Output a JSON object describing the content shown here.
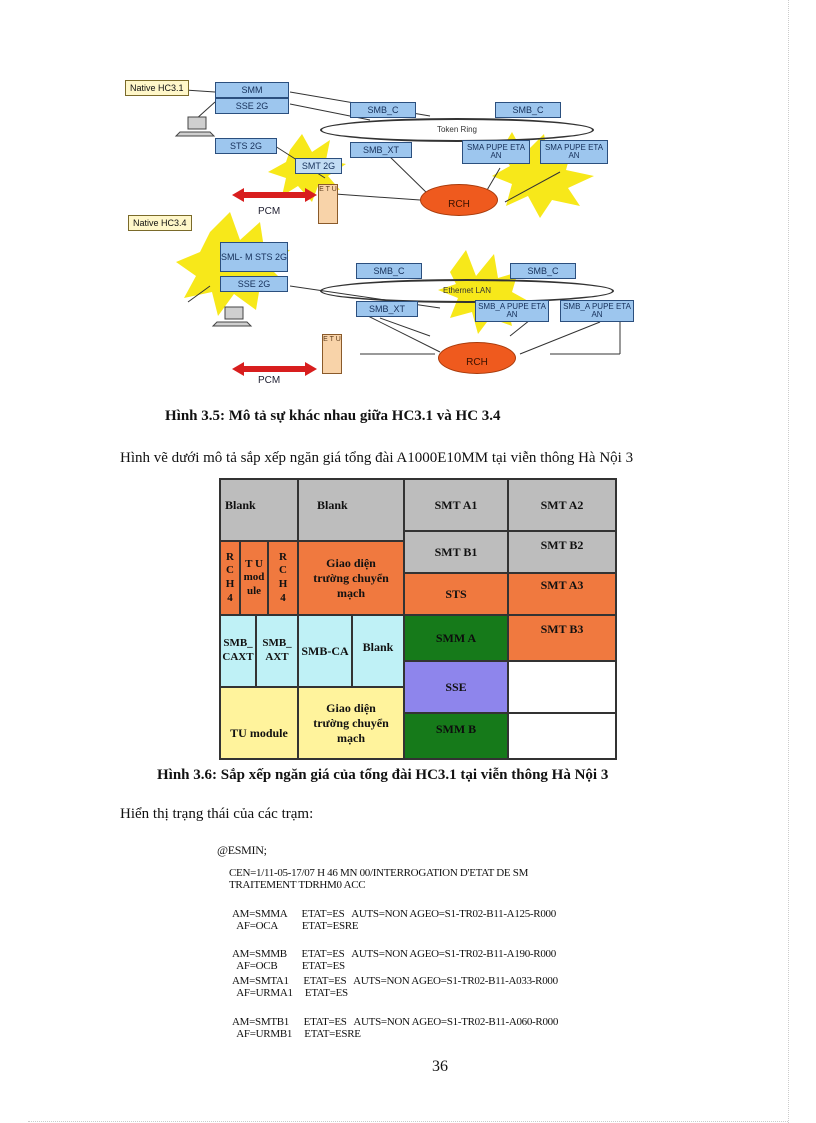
{
  "figure35": {
    "native31": "Native HC3.1",
    "native34": "Native HC3.4",
    "smm": "SMM",
    "sse2g_top": "SSE 2G",
    "sts2g_top": "STS 2G",
    "smt2g": "SMT 2G",
    "smbc_top_left": "SMB_C",
    "smbc_top_right": "SMB_C",
    "token_ring": "Token Ring",
    "smbxt_top": "SMB_XT",
    "sma_top1": "SMA PUPE ETA AN",
    "sma_top2": "SMA PUPE ETA AN",
    "etu_top": "E T U",
    "rch_top": "RCH",
    "pcm_top": "PCM",
    "sml_sts": "SML- M STS 2G",
    "sse2g_bottom": "SSE 2G",
    "smbc_bot_left": "SMB_C",
    "smbc_bot_right": "SMB_C",
    "ethernet": "Ethernet LAN",
    "smbxt_bot": "SMB_XT",
    "sma_bot1": "SMB_A PUPE ETA AN",
    "sma_bot2": "SMB_A PUPE ETA AN",
    "etu_bot": "E T U",
    "rch_bot": "RCH",
    "pcm_bot": "PCM"
  },
  "caption35": "Hình 3.5: Mô tả sự khác nhau giữa HC3.1 và HC 3.4",
  "intro36": "Hình vẽ dưới mô tả  sắp xếp ngăn giá tổng đài A1000E10MM tại viễn thông Hà Nội 3",
  "rack": {
    "blank1": "Blank",
    "blank2": "Blank",
    "smt_a1": "SMT A1",
    "smt_a2": "SMT A2",
    "smt_b1": "SMT B1",
    "smt_b2": "SMT B2",
    "rch4_a": "R C H 4",
    "tu_module_small": "T U mod ule",
    "rch4_b": "R C H 4",
    "giao_dien_1": "Giao diện trường chuyển mạch",
    "sts": "STS",
    "smt_a3": "SMT A3",
    "smb_caxt": "SMB_ CAXT",
    "smb_axt": "SMB_ AXT",
    "smb_ca": "SMB-CA",
    "blank3": "Blank",
    "smm_a": "SMM A",
    "smt_b3": "SMT B3",
    "sse": "SSE",
    "tu_module": "TU module",
    "giao_dien_2": "Giao diện trường chuyển mạch",
    "smm_b": "SMM B"
  },
  "caption36": "Hình 3.6: Sắp xếp ngăn giá của tổng đài HC3.1 tại viễn thông Hà Nội 3",
  "status_heading": "Hiển thị trạng thái của các trạm:",
  "terminal": {
    "cmd": "@ESMIN;",
    "l1": "CEN=1/11-05-17/07 H 46 MN 00/INTERROGATION D'ETAT DE SM",
    "l2": "TRAITEMENT TDRHM0 ACC",
    "l3": "AM=SMMA      ETAT=ES   AUTS=NON AGEO=S1-TR02-B11-A125-R000",
    "l4": "  AF=OCA          ETAT=ESRE",
    "l5": "AM=SMMB      ETAT=ES   AUTS=NON AGEO=S1-TR02-B11-A190-R000",
    "l6": "  AF=OCB          ETAT=ES",
    "l7": "AM=SMTA1      ETAT=ES   AUTS=NON AGEO=S1-TR02-B11-A033-R000",
    "l8": "  AF=URMA1     ETAT=ES",
    "l9": "AM=SMTB1      ETAT=ES   AUTS=NON AGEO=S1-TR02-B11-A060-R000",
    "l10": "  AF=URMB1     ETAT=ESRE"
  },
  "page_number": "36",
  "colors": {
    "gray": "#bdbdbd",
    "orange": "#f0793f",
    "cyan": "#bff1f6",
    "yellow": "#fff39c",
    "green": "#167a1a",
    "purple": "#8e85ec"
  }
}
